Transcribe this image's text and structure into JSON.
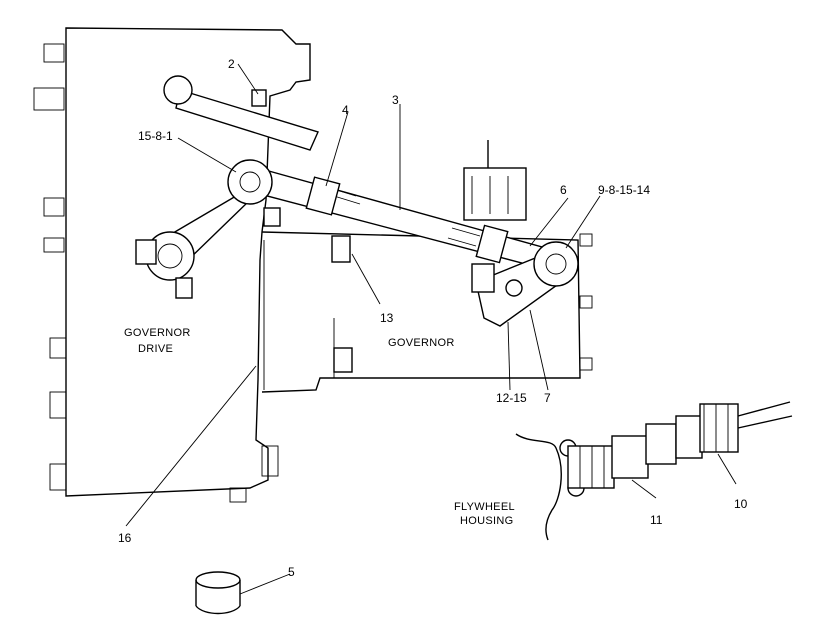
{
  "callouts": {
    "c2": "2",
    "c3": "3",
    "c4": "4",
    "c5": "5",
    "c6": "6",
    "c7": "7",
    "c10": "10",
    "c11": "11",
    "c13": "13",
    "c16": "16",
    "c15_8_1": "15-8-1",
    "c9_8_15_14": "9-8-15-14",
    "c12_15": "12-15"
  },
  "labels": {
    "governor_drive_1": "GOVERNOR",
    "governor_drive_2": "DRIVE",
    "governor": "GOVERNOR",
    "flywheel_1": "FLYWHEEL",
    "flywheel_2": "HOUSING"
  }
}
